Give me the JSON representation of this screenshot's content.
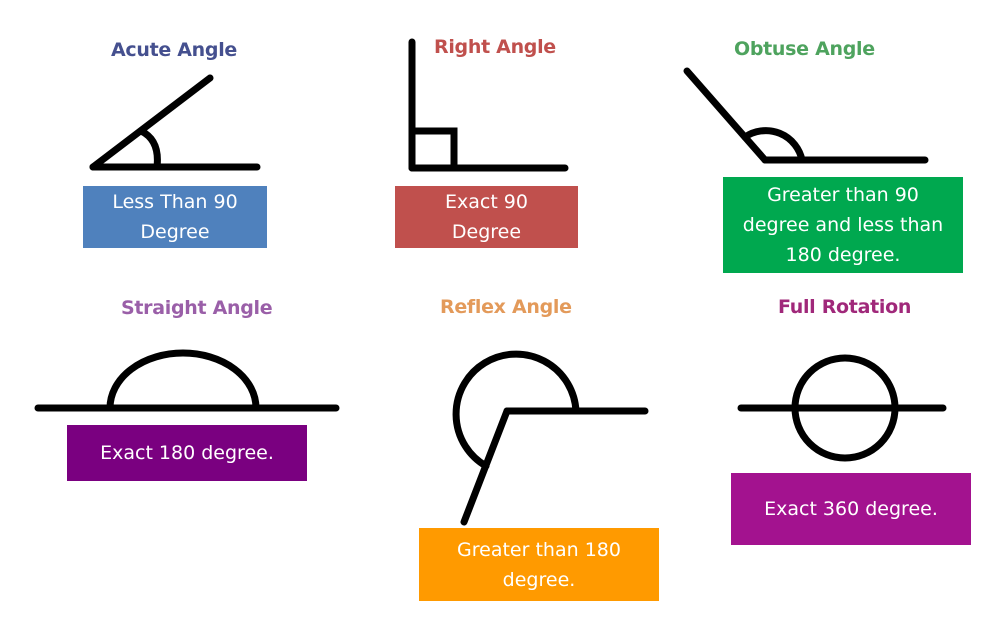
{
  "diagram": {
    "angles": [
      {
        "title": "Acute Angle",
        "title_color": "#45508f",
        "box_text": "Less Than 90 Degree",
        "box_lines": [
          "Less Than 90",
          "Degree"
        ],
        "box_color": "#4f81bd"
      },
      {
        "title": "Right Angle",
        "title_color": "#c0504d",
        "box_text": "Exact 90 Degree",
        "box_lines": [
          "Exact 90",
          "Degree"
        ],
        "box_color": "#c0504d"
      },
      {
        "title": "Obtuse Angle",
        "title_color": "#4ea35e",
        "box_text": "Greater than 90 degree and less than 180 degree.",
        "box_lines": [
          "Greater than 90",
          "degree and less than",
          "180 degree."
        ],
        "box_color": "#00a84f"
      },
      {
        "title": "Straight Angle",
        "title_color": "#9a5fa8",
        "box_text": "Exact 180 degree.",
        "box_lines": [
          "Exact 180 degree."
        ],
        "box_color": "#7a0080"
      },
      {
        "title": "Reflex Angle",
        "title_color": "#e39a5a",
        "box_text": "Greater than 180 degree.",
        "box_lines": [
          "Greater than 180",
          "degree."
        ],
        "box_color": "#ff9a00"
      },
      {
        "title": "Full Rotation",
        "title_color": "#a0287a",
        "box_text": "Exact 360 degree.",
        "box_lines": [
          "Exact 360 degree."
        ],
        "box_color": "#a3128f"
      }
    ]
  }
}
